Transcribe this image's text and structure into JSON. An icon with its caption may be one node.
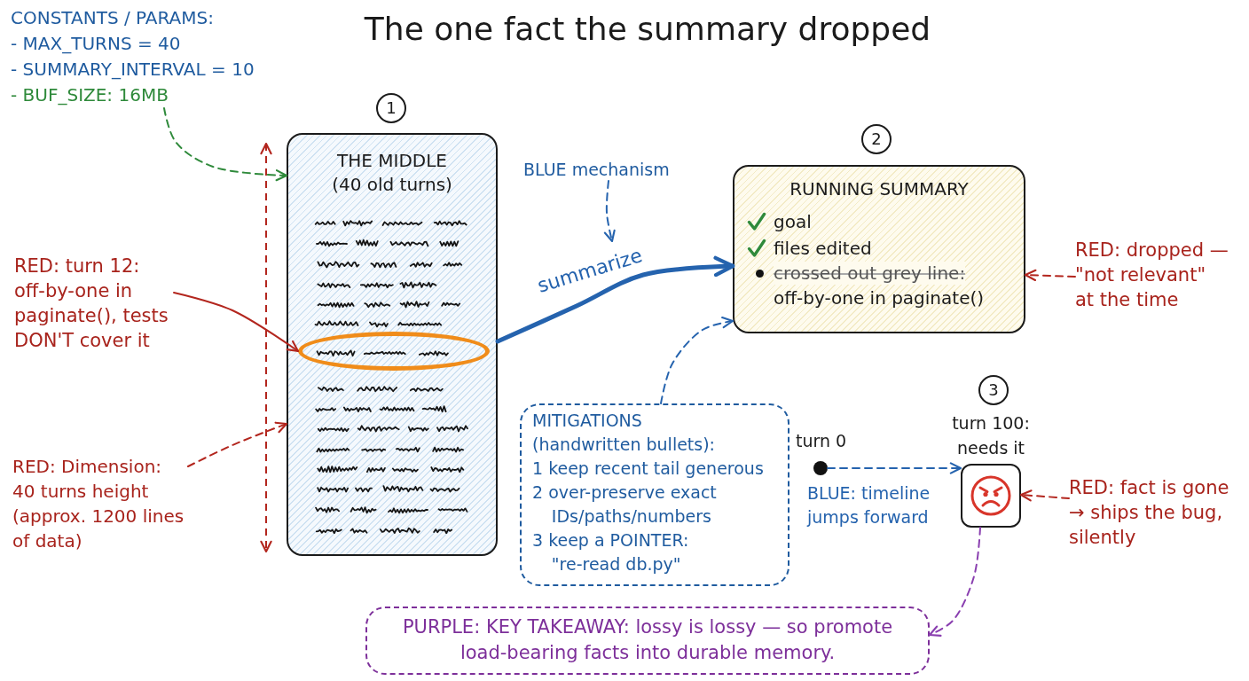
{
  "diagram": {
    "title": "The one fact the summary dropped",
    "nodes": [
      {
        "text": [
          "CONSTANTS / PARAMS:",
          "- MAX_TURNS = 40",
          "- SUMMARY_INTERVAL = 10",
          "- BUF_SIZE: 16MB"
        ]
      },
      {
        "text": [
          "1"
        ]
      },
      {
        "text": [
          "THE MIDDLE",
          "(40 old turns)"
        ]
      },
      {
        "text": [],
        "shape": "ellipse",
        "in": 2
      },
      {
        "text": [
          "RED: turn 12: off-by-one in paginate(), tests DON'T cover it"
        ]
      },
      {
        "text": [
          "RED: Dimension: 40 turns height (approx. 1200 lines of data)"
        ]
      },
      {
        "text": [
          "BLUE mechanism"
        ]
      },
      {
        "text": [
          "2"
        ]
      },
      {
        "text": [
          "RUNNING SUMMARY",
          "goal",
          "files edited",
          "crossed out grey line:",
          "off-by-one in paginate()"
        ]
      },
      {
        "text": [
          "RED: dropped — \"not relevant\" at the time"
        ]
      },
      {
        "text": [
          "MITIGATIONS",
          "(handwritten bullets):",
          "1 keep recent tail generous",
          "2 over-preserve exact IDs/paths/numbers",
          "3 keep a POINTER: \"re-read db.py\""
        ]
      },
      {
        "text": [],
        "shape": "circle",
        "beside": [
          "turn 0"
        ]
      },
      {
        "text": [
          "3"
        ]
      },
      {
        "text": [],
        "shape": "box",
        "beside": [
          "turn 100: needs it"
        ]
      },
      {
        "text": [
          "RED: fact is gone → ships the bug, silently"
        ]
      },
      {
        "text": [
          "PURPLE: KEY TAKEAWAY: lossy is lossy — so promote load-bearing facts into durable memory."
        ]
      }
    ],
    "edges": [
      {
        "from": 0,
        "to": 2,
        "arrow": "to",
        "style": "dashed",
        "color": "#2f8a3b"
      },
      {
        "from": 4,
        "to": 3,
        "arrow": "to",
        "color": "#b3261e"
      },
      {
        "from": 5,
        "to": 2,
        "arrow": "to",
        "style": "dashed",
        "color": "#b3261e"
      },
      {
        "from": 2,
        "to": 8,
        "arrow": "to",
        "label": "summarize",
        "style": "thick",
        "color": "#2563ae"
      },
      {
        "from": 6,
        "to": null,
        "arrow": "to",
        "style": "dashed",
        "color": "#2563ae"
      },
      {
        "from": 9,
        "to": 8,
        "arrow": "to",
        "style": "dashed",
        "color": "#b3261e"
      },
      {
        "from": 10,
        "to": 8,
        "arrow": "to",
        "style": "dashed",
        "color": "#2563ae"
      },
      {
        "from": 11,
        "to": 13,
        "arrow": "to",
        "label": "BLUE: timeline jumps forward",
        "style": "dashed",
        "color": "#2563ae"
      },
      {
        "from": 14,
        "to": 13,
        "arrow": "to",
        "style": "dashed",
        "color": "#b3261e"
      },
      {
        "from": 13,
        "to": 15,
        "arrow": "to",
        "style": "dashed",
        "color": "#8a3fb0"
      }
    ]
  }
}
